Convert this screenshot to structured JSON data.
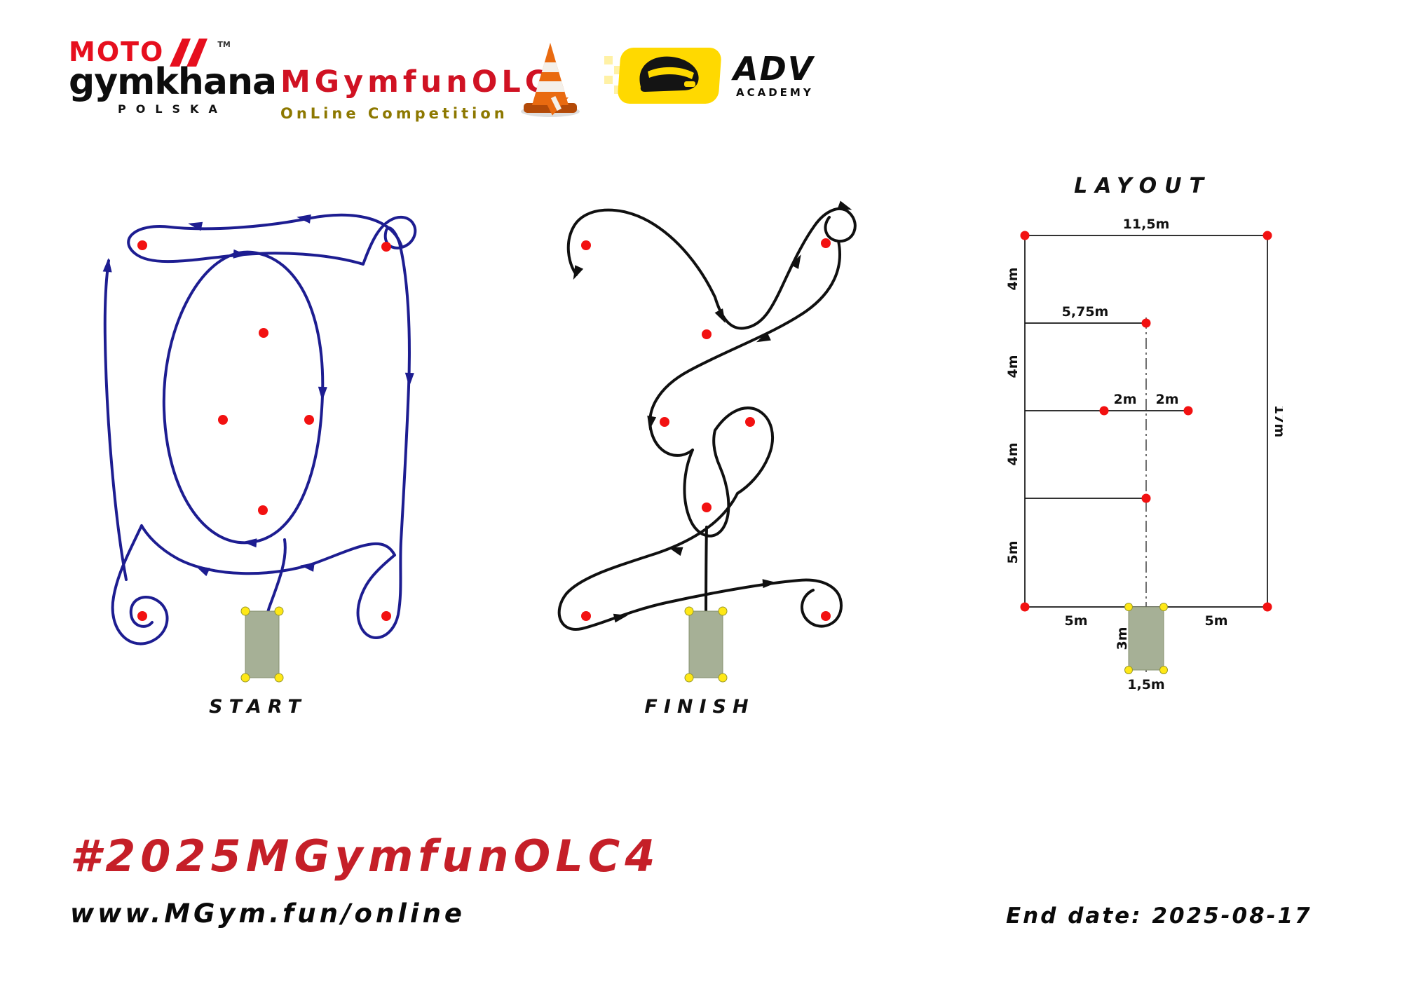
{
  "header": {
    "moto": "MOTO",
    "tm": "TM",
    "gymkhana": "gymkhana",
    "polska": "POLSKA",
    "event_title": "MGymfunOLC",
    "event_subtitle": "OnLine Competition",
    "adv": "ADV",
    "academy": "ACADEMY"
  },
  "courses": {
    "start_label": "START",
    "finish_label": "FINISH"
  },
  "layout": {
    "title": "LAYOUT",
    "labels": {
      "total_width": "11,5m",
      "total_height": "17m",
      "seg_top": "4m",
      "seg_mid1": "4m",
      "seg_mid2": "4m",
      "seg_bottom": "5m",
      "half_width": "5,75m",
      "offset_left": "2m",
      "offset_right": "2m",
      "bottom_left": "5m",
      "bottom_right": "5m",
      "box_height": "3m",
      "box_width": "1,5m"
    }
  },
  "footer": {
    "hashtag": "#2025MGymfunOLC4",
    "website": "www.MGym.fun/online",
    "end_date": "End date: 2025-08-17"
  },
  "colors": {
    "start_path": "#1d1d91",
    "finish_path": "#101010",
    "cone": "#f21111",
    "box_fill": "#a6b096",
    "corner_dot": "#ffe816",
    "title_red": "#d01223",
    "subtitle_olive": "#8d7800",
    "hashtag_red": "#c51f28"
  }
}
